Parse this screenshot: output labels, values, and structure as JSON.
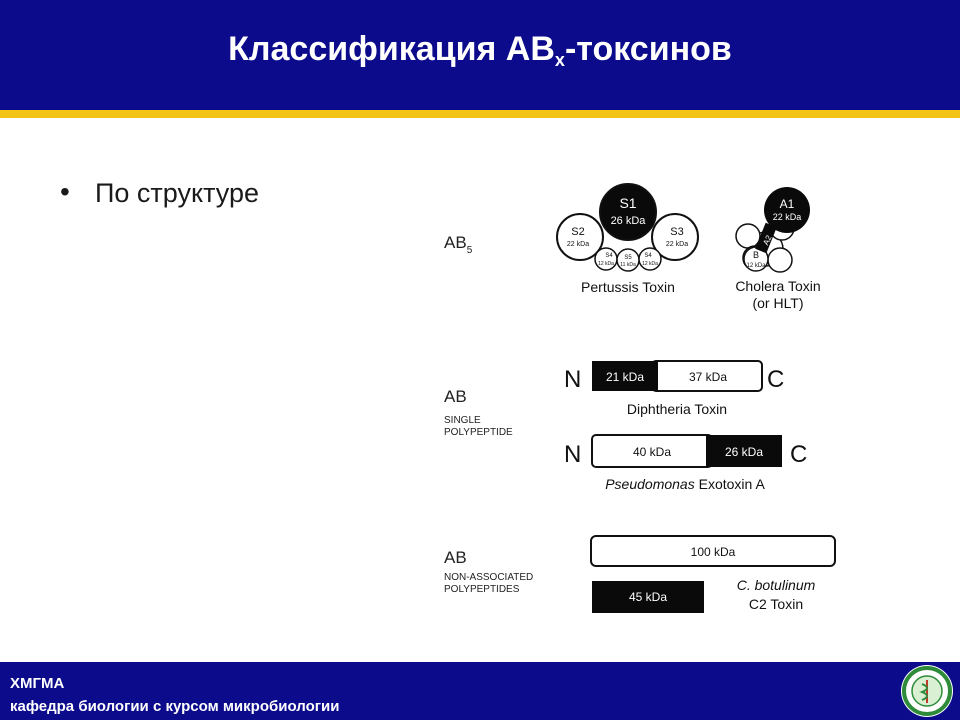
{
  "slide": {
    "title_main": "Классификация AB",
    "title_sub": "x",
    "title_suffix": "-токсинов",
    "bullet": "По структуре"
  },
  "figure": {
    "ab5": {
      "label": "AB",
      "label_sub": "5",
      "pertussis": {
        "s1": "S1",
        "s1_kda": "26 kDa",
        "s2": "S2",
        "s2_kda": "22 kDa",
        "s3": "S3",
        "s3_kda": "22 kDa",
        "s4a": "S4",
        "s4a_kda": "12 kDa",
        "s5": "S5",
        "s5_kda": "11 kDa",
        "s4b": "S4",
        "s4b_kda": "12 kDa",
        "name": "Pertussis Toxin"
      },
      "cholera": {
        "a1": "A1",
        "a1_kda": "22 kDa",
        "a2": "A2",
        "b": "B",
        "b_kda": "12 kDa",
        "name_line1": "Cholera Toxin",
        "name_line2": "(or HLT)"
      }
    },
    "single": {
      "label": "AB",
      "line1": "SINGLE",
      "line2": "POLYPEPTIDE",
      "diphtheria": {
        "n": "N",
        "c": "C",
        "a_kda": "21 kDa",
        "b_kda": "37 kDa",
        "name": "Diphtheria Toxin"
      },
      "pseudomonas": {
        "n": "N",
        "c": "C",
        "a_kda": "40 kDa",
        "b_kda": "26 kDa",
        "name_italic": "Pseudomonas",
        "name_rest": " Exotoxin A"
      }
    },
    "nonassoc": {
      "label": "AB",
      "line1": "NON-ASSOCIATED",
      "line2": "POLYPEPTIDES",
      "b_kda": "100 kDa",
      "a_kda": "45 kDa",
      "name_line1": "C. botulinum",
      "name_line2": "C2 Toxin"
    }
  },
  "footer": {
    "line1": "ХМГМА",
    "line2": "кафедра биологии с курсом микробиологии"
  },
  "colors": {
    "header": "#0b0b8c",
    "stripe": "#f2c418",
    "footer": "#0b0b8c"
  }
}
